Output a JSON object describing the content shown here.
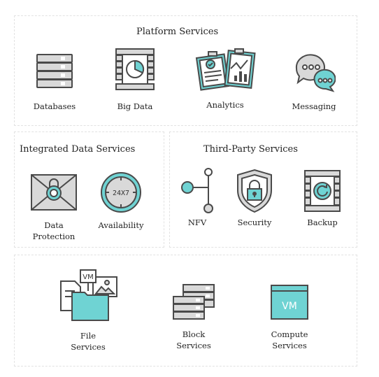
{
  "platform": {
    "title": "Platform Services",
    "items": [
      {
        "label": "Databases",
        "icon": "database-stack-icon"
      },
      {
        "label": "Big Data",
        "icon": "big-data-server-icon"
      },
      {
        "label": "Analytics",
        "icon": "analytics-clipboard-icon"
      },
      {
        "label": "Messaging",
        "icon": "messaging-bubbles-icon"
      }
    ]
  },
  "integrated": {
    "title": "Integrated Data Services",
    "items": [
      {
        "label_line1": "Data",
        "label_line2": "Protection",
        "icon": "locked-envelope-icon"
      },
      {
        "label": "Availability",
        "icon": "clock-24x7-icon",
        "badge": "24X7"
      }
    ]
  },
  "third_party": {
    "title": "Third-Party Services",
    "items": [
      {
        "label": "NFV",
        "icon": "nfv-network-icon"
      },
      {
        "label": "Security",
        "icon": "shield-lock-icon"
      },
      {
        "label": "Backup",
        "icon": "backup-server-icon"
      }
    ]
  },
  "bottom": {
    "items": [
      {
        "label_line1": "File",
        "label_line2": "Services",
        "icon": "file-folder-vm-icon",
        "badge": "VM"
      },
      {
        "label_line1": "Block",
        "label_line2": "Services",
        "icon": "block-storage-stack-icon"
      },
      {
        "label_line1": "Compute",
        "label_line2": "Services",
        "icon": "vm-monitor-icon",
        "badge": "VM"
      }
    ]
  },
  "colors": {
    "accent": "#6fd3d3",
    "outline": "#4a4a4a",
    "panel_fill": "#d9d9d9",
    "border": "#e2e2e2"
  }
}
